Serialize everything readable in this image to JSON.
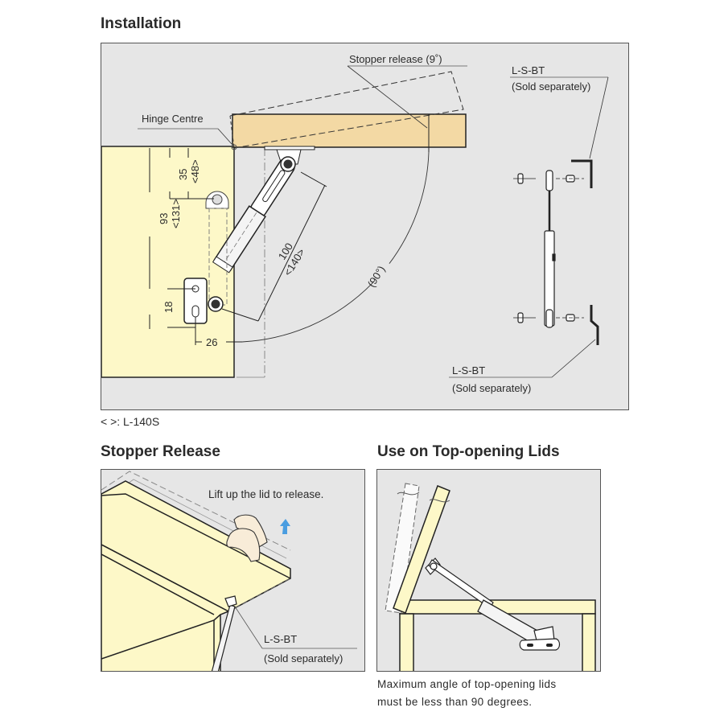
{
  "installation": {
    "title": "Installation",
    "labels": {
      "hinge_centre": "Hinge Centre",
      "stopper_release": "Stopper release (9˚)",
      "accessory_top_name": "L-S-BT",
      "accessory_top_note": "(Sold separately)",
      "accessory_bottom_name": "L-S-BT",
      "accessory_bottom_note": "(Sold separately)"
    },
    "dimensions": {
      "top_offset": "35",
      "top_offset_alt": "<48>",
      "height": "93",
      "height_alt": "<131>",
      "stay_length": "100",
      "stay_length_alt": "<140>",
      "mount_spacing": "18",
      "side_offset": "26",
      "open_angle": "(90°)"
    },
    "legend": "<  >: L-140S"
  },
  "stopper_release": {
    "title": "Stopper Release",
    "instruction": "Lift up the lid to release.",
    "accessory_name": "L-S-BT",
    "accessory_note": "(Sold separately)"
  },
  "top_opening": {
    "title": "Use on Top-opening Lids",
    "caption_line1": "Maximum angle of top-opening lids",
    "caption_line2": "must be less than 90 degrees."
  },
  "colors": {
    "panel_bg": "#e6e6e6",
    "cabinet": "#fdf8c8",
    "lid_wood": "#f3d9a4",
    "line": "#222222",
    "arrow_blue": "#4a9de0",
    "skin": "#f8ecd8"
  }
}
